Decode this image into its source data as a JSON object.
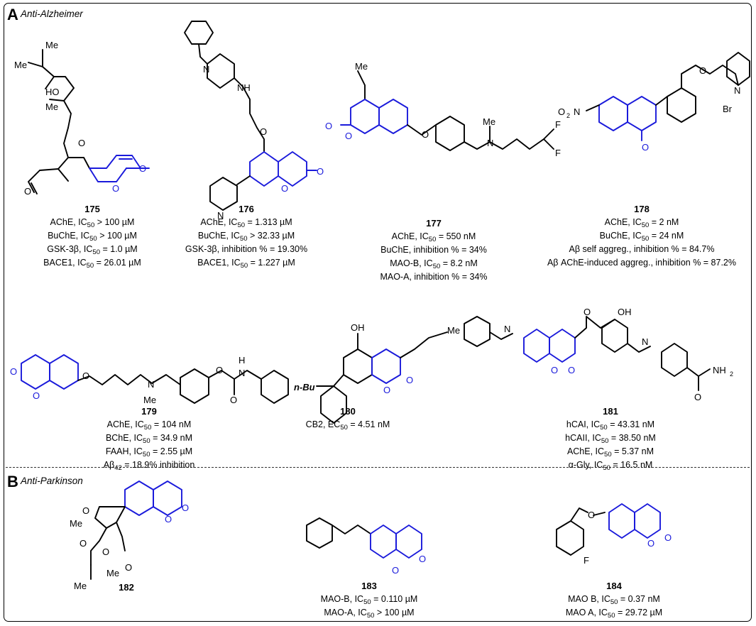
{
  "sections": [
    {
      "letter": "A",
      "name": "Anti-Alzheimer"
    },
    {
      "letter": "B",
      "name": "Anti-Parkinson"
    }
  ],
  "colors": {
    "coumarin_core": "#1a1adb",
    "bonds": "#000000"
  },
  "compounds": [
    {
      "id": "175",
      "activities": [
        {
          "pre": "AChE, IC",
          "sub": "50",
          "post": " > 100 µM"
        },
        {
          "pre": "BuChE, IC",
          "sub": "50",
          "post": " > 100 µM"
        },
        {
          "pre": "GSK-3β, IC",
          "sub": "50",
          "post": " = 1.0 µM"
        },
        {
          "pre": "BACE1, IC",
          "sub": "50",
          "post": " = 26.01 µM"
        }
      ]
    },
    {
      "id": "176",
      "activities": [
        {
          "pre": "AChE, IC",
          "sub": "50",
          "post": " = 1.313 µM"
        },
        {
          "pre": "BuChE, IC",
          "sub": "50",
          "post": " > 32.33 µM"
        },
        {
          "pre": "GSK-3β, inhibition % = 19.30%",
          "sub": "",
          "post": ""
        },
        {
          "pre": "BACE1, IC",
          "sub": "50",
          "post": " = 1.227 µM"
        }
      ]
    },
    {
      "id": "177",
      "activities": [
        {
          "pre": "AChE, IC",
          "sub": "50",
          "post": " = 550 nM"
        },
        {
          "pre": "BuChE, inhibition % = 34%",
          "sub": "",
          "post": ""
        },
        {
          "pre": "MAO-B, IC",
          "sub": "50",
          "post": " = 8.2 nM"
        },
        {
          "pre": "MAO-A, inhibition % = 34%",
          "sub": "",
          "post": ""
        }
      ]
    },
    {
      "id": "178",
      "activities": [
        {
          "pre": "AChE, IC",
          "sub": "50",
          "post": " = 2 nM"
        },
        {
          "pre": "BuChE, IC",
          "sub": "50",
          "post": " = 24 nM"
        },
        {
          "pre": "Aβ self aggreg., inhibition % = 84.7%",
          "sub": "",
          "post": ""
        },
        {
          "pre": "Aβ AChE-induced aggreg., inhibition % = 87.2%",
          "sub": "",
          "post": ""
        }
      ]
    },
    {
      "id": "179",
      "activities": [
        {
          "pre": "AChE, IC",
          "sub": "50",
          "post": " = 104 nM"
        },
        {
          "pre": "BChE, IC",
          "sub": "50",
          "post": " = 34.9 nM"
        },
        {
          "pre": "FAAH, IC",
          "sub": "50",
          "post": " = 2.55 µM"
        },
        {
          "pre": "Aβ",
          "sub": "42",
          "post": " = 18.9% inhibition"
        }
      ]
    },
    {
      "id": "180",
      "activities": [
        {
          "pre": "CB2, EC",
          "sub": "50",
          "post": " = 4.51 nM"
        }
      ]
    },
    {
      "id": "181",
      "activities": [
        {
          "pre": "hCAI, IC",
          "sub": "50",
          "post": " = 43.31 nM"
        },
        {
          "pre": "hCAII, IC",
          "sub": "50",
          "post": " = 38.50 nM"
        },
        {
          "pre": "AChE, IC",
          "sub": "50",
          "post": " = 5.37 nM"
        },
        {
          "pre": "α-Gly, IC",
          "sub": "50",
          "post": " = 16.5 nM"
        }
      ]
    },
    {
      "id": "182",
      "activities": []
    },
    {
      "id": "183",
      "activities": [
        {
          "pre": "MAO-B, IC",
          "sub": "50",
          "post": " = 0.110 µM"
        },
        {
          "pre": "MAO-A, IC",
          "sub": "50",
          "post": " > 100 µM"
        }
      ]
    },
    {
      "id": "184",
      "activities": [
        {
          "pre": "MAO B, IC",
          "sub": "50",
          "post": " = 0.37 nM"
        },
        {
          "pre": "MAO A, IC",
          "sub": "50",
          "post": " = 29.72 µM"
        }
      ]
    }
  ],
  "atom_labels": {
    "me": "Me",
    "ho": "HO",
    "oh": "OH",
    "o": "O",
    "n": "N",
    "nh": "NH",
    "h": "H",
    "f": "F",
    "no2_o": "O",
    "no2_n": "N",
    "no2_sub": "2",
    "br": "Br",
    "minus": "-",
    "plus": "+",
    "nbu": "n-Bu",
    "nh2": "NH",
    "nh2_sub": "2"
  }
}
